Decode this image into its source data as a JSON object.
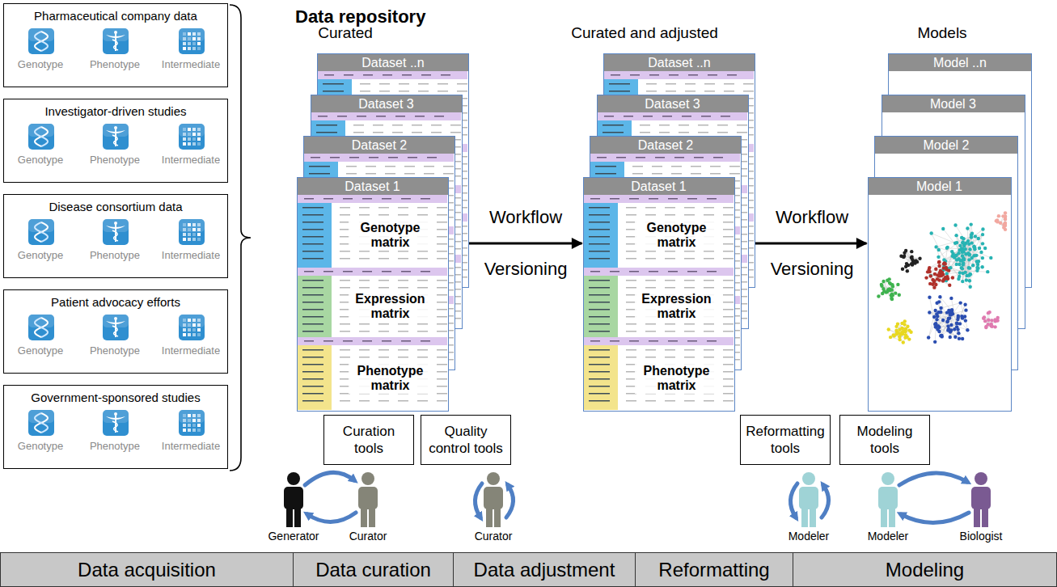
{
  "diagram": {
    "title": "Data repository",
    "nodes": [
      {
        "text": [
          "Pharmaceutical company data"
        ]
      },
      {
        "text": [
          "Investigator-driven studies"
        ]
      },
      {
        "text": [
          "Disease consortium data"
        ]
      },
      {
        "text": [
          "Patient advocacy efforts"
        ]
      },
      {
        "text": [
          "Government-sponsored studies"
        ]
      },
      {
        "text": [
          "Dataset ..n"
        ]
      },
      {
        "text": [
          "Dataset 3"
        ]
      },
      {
        "text": [
          "Dataset 2"
        ]
      },
      {
        "text": [
          "Dataset 1",
          "Genotype matrix",
          "Expression matrix",
          "Phenotype matrix"
        ]
      },
      {
        "text": [
          "Dataset ..n"
        ]
      },
      {
        "text": [
          "Dataset 3"
        ]
      },
      {
        "text": [
          "Dataset 2"
        ]
      },
      {
        "text": [
          "Dataset 1",
          "Genotype matrix",
          "Expression matrix",
          "Phenotype matrix"
        ]
      },
      {
        "text": [
          "Model ..n"
        ]
      },
      {
        "text": [
          "Model 3"
        ]
      },
      {
        "text": [
          "Model 2"
        ]
      },
      {
        "text": [
          "Model 1"
        ]
      },
      {
        "text": [
          "Curation tools"
        ]
      },
      {
        "text": [
          "Quality control tools"
        ]
      },
      {
        "text": [
          "Reformatting tools"
        ]
      },
      {
        "text": [
          "Modeling tools"
        ]
      },
      {
        "text": [
          "Data acquisition"
        ]
      },
      {
        "text": [
          "Data curation"
        ]
      },
      {
        "text": [
          "Data adjustment"
        ]
      },
      {
        "text": [
          "Reformatting"
        ]
      },
      {
        "text": [
          "Modeling"
        ]
      }
    ],
    "edges": [
      {
        "from": 8,
        "to": 12,
        "arrow": "to",
        "label": "Workflow Versioning"
      },
      {
        "from": 12,
        "to": 16,
        "arrow": "to",
        "label": "Workflow Versioning"
      }
    ],
    "labels": [
      "Curated",
      "Curated and adjusted",
      "Models",
      "Genotype",
      "Phenotype",
      "Intermediate",
      "Genotype",
      "Phenotype",
      "Intermediate",
      "Genotype",
      "Phenotype",
      "Intermediate",
      "Genotype",
      "Phenotype",
      "Intermediate",
      "Genotype",
      "Phenotype",
      "Intermediate",
      "Generator",
      "Curator",
      "Curator",
      "Modeler",
      "Modeler",
      "Biologist"
    ]
  }
}
